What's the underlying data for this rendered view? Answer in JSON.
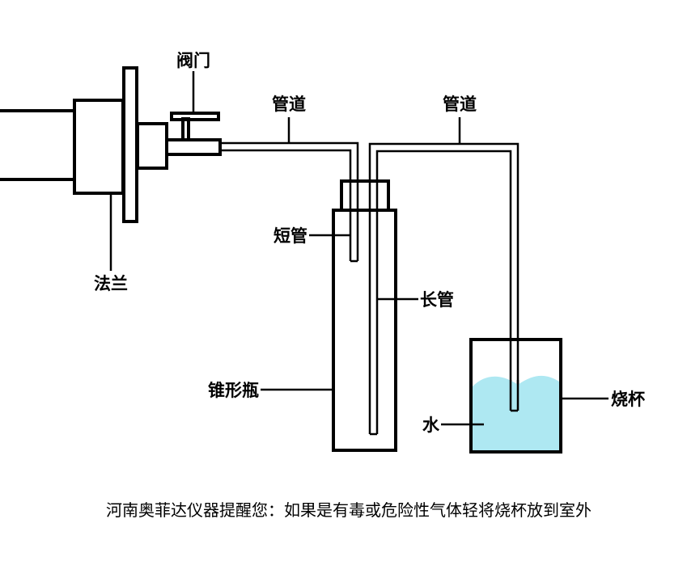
{
  "labels": {
    "valve": "阀门",
    "pipe_left": "管道",
    "pipe_right": "管道",
    "flange": "法兰",
    "short_tube": "短管",
    "long_tube": "长管",
    "flask": "锥形瓶",
    "beaker": "烧杯",
    "water": "水"
  },
  "footer": {
    "note": "河南奥菲达仪器提醒您：如果是有毒或危险性气体轻将烧杯放到室外"
  },
  "colors": {
    "water": "#aee8f2",
    "outline": "#000000",
    "background": "#ffffff"
  }
}
